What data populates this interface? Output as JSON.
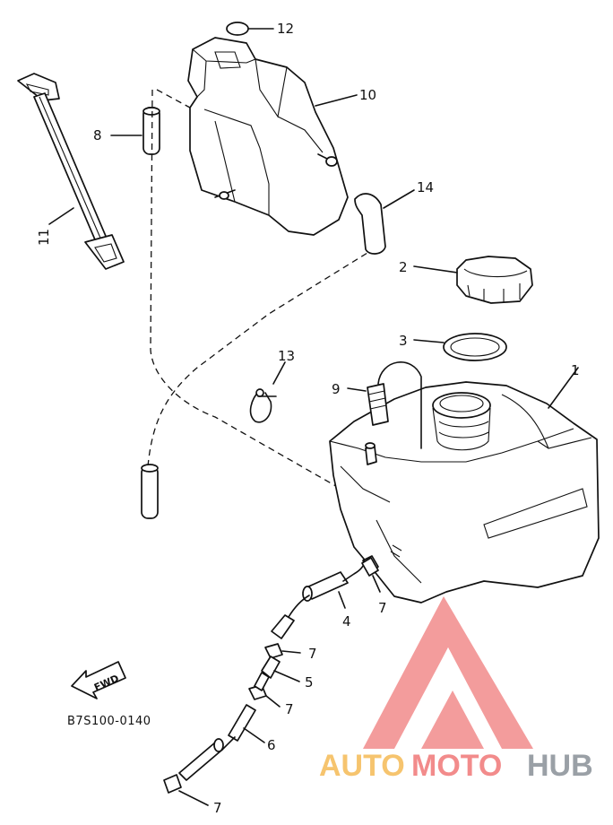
{
  "diagram": {
    "code": "B7S100-0140",
    "direction_label": "FWD",
    "callouts": [
      {
        "id": "callout-1",
        "label": "1"
      },
      {
        "id": "callout-2",
        "label": "2"
      },
      {
        "id": "callout-3",
        "label": "3"
      },
      {
        "id": "callout-4",
        "label": "4"
      },
      {
        "id": "callout-5",
        "label": "5"
      },
      {
        "id": "callout-6",
        "label": "6"
      },
      {
        "id": "callout-7a",
        "label": "7"
      },
      {
        "id": "callout-7b",
        "label": "7"
      },
      {
        "id": "callout-7c",
        "label": "7"
      },
      {
        "id": "callout-7d",
        "label": "7"
      },
      {
        "id": "callout-8",
        "label": "8"
      },
      {
        "id": "callout-9",
        "label": "9"
      },
      {
        "id": "callout-10",
        "label": "10"
      },
      {
        "id": "callout-11",
        "label": "11"
      },
      {
        "id": "callout-12",
        "label": "12"
      },
      {
        "id": "callout-13",
        "label": "13"
      },
      {
        "id": "callout-14",
        "label": "14"
      }
    ]
  },
  "watermark": {
    "part1": "AUTO",
    "part2": "MOTO",
    "part3": "HUB",
    "colors": {
      "auto": "#f6c46e",
      "moto": "#f28b8b",
      "hub": "#9aa0a6",
      "logo": "#f28b8b"
    }
  }
}
